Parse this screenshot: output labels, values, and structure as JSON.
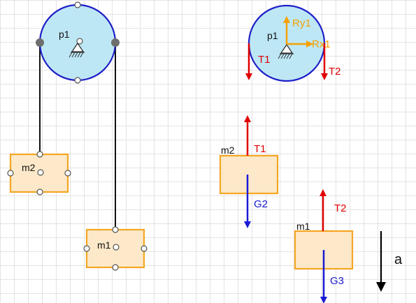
{
  "colors": {
    "pulley_fill": "#bde7f5",
    "pulley_stroke": "#1f1fc8",
    "block_fill": "#fde9c9",
    "block_stroke": "#f5a623",
    "tension": "#e00000",
    "gravity": "#1a1ad6",
    "reaction": "#f5a000",
    "rope": "#111111",
    "accel": "#000000"
  },
  "system": {
    "pulley_label": "p1",
    "block_m2_label": "m2",
    "block_m1_label": "m1"
  },
  "fbd": {
    "pulley_label": "p1",
    "reaction_y": "Ry1",
    "reaction_x": "Rx1",
    "tension_1": "T1",
    "tension_2": "T2",
    "m2_label": "m2",
    "m2_tension": "T1",
    "m2_gravity": "G2",
    "m1_label": "m1",
    "m1_tension": "T2",
    "m1_gravity": "G3",
    "accel_label": "a"
  },
  "icons": [
    "fixed-support-icon",
    "arrow-icon"
  ]
}
